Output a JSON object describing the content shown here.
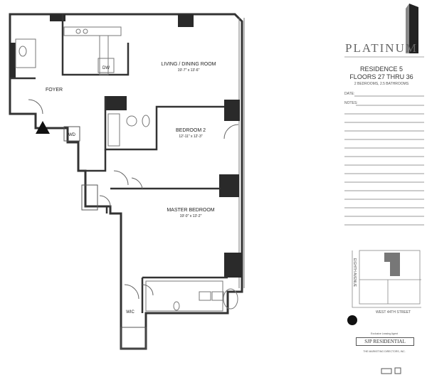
{
  "brand": {
    "name": "PLATINUM"
  },
  "residence": {
    "title": "RESIDENCE 5",
    "floors": "FLOORS 27 THRU 36",
    "rooms": "2 BEDROOMS, 2.5 BATHROOMS"
  },
  "form": {
    "date_label": "DATE:",
    "notes_label": "NOTES:"
  },
  "rooms": {
    "living": {
      "name": "LIVING / DINING ROOM",
      "size": "19'-7\" x 13'-6\""
    },
    "bedroom2": {
      "name": "BEDROOM 2",
      "size": "12'-11\" x 12'-3\""
    },
    "master": {
      "name": "MASTER BEDROOM",
      "size": "19'-0\" x 13'-2\""
    },
    "foyer": "FOYER",
    "dw": "DW",
    "wd": "WD",
    "wic": "WIC"
  },
  "keyplan": {
    "avenue": "EIGHTH AVENUE",
    "street": "WEST 44TH STREET"
  },
  "credits": {
    "agent_label": "Exclusive Leasing Agent",
    "sjp": "SJP RESIDENTIAL",
    "marketing": "THE MARKETING DIRECTORS, INC."
  },
  "colors": {
    "wall": "#2a2a2a",
    "line": "#555555",
    "keyplan_unit": "#777777"
  }
}
